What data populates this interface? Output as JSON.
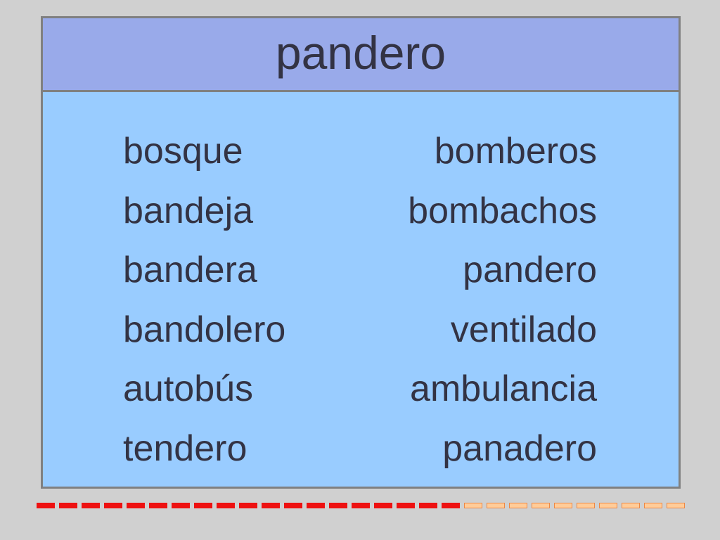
{
  "slide": {
    "title": "pandero",
    "colors": {
      "background": "#d0d0d0",
      "header": "#99aaea",
      "body": "#99ccff",
      "border": "#808080",
      "text": "#333344",
      "progress_done": "#ee1111",
      "progress_todo": "#ffcc99"
    },
    "left_words": [
      "bosque",
      "bandeja",
      "bandera",
      "bandolero",
      "autobús",
      "tendero"
    ],
    "right_words": [
      "bomberos",
      "bombachos",
      "pandero",
      "ventilado",
      "ambulancia",
      "panadero"
    ]
  },
  "progress": {
    "completed": 19,
    "total": 29
  }
}
